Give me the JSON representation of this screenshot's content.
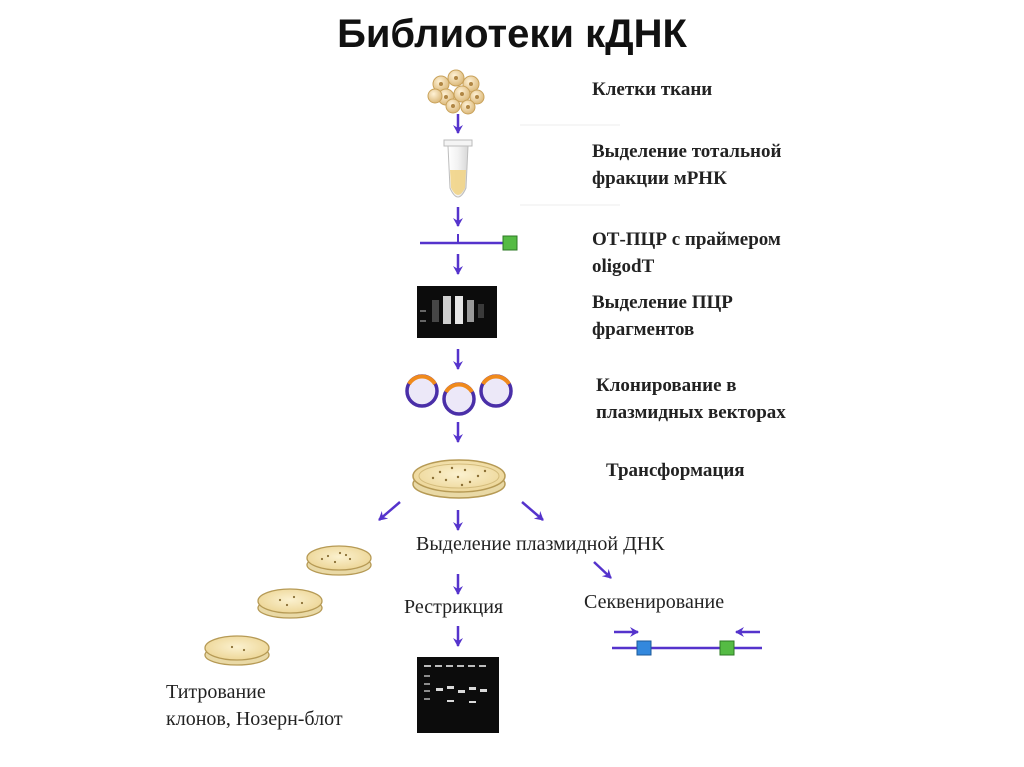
{
  "slide": {
    "title": "Библиотеки кДНК"
  },
  "steps": {
    "cells": "Клетки ткани",
    "rna_line1": "Выделение тотальной",
    "rna_line2": "фракции мРНК",
    "pcr_line1": "ОТ-ПЦР с праймером",
    "pcr_line2": "oligodT",
    "frag_line1": "Выделение ПЦР",
    "frag_line2": "фрагментов",
    "clone_line1": "Клонирование в",
    "clone_line2": "плазмидных векторах",
    "transform": "Трансформация",
    "plasmid_dna": "Выделение плазмидной ДНК",
    "restriction": "Рестрикция",
    "sequencing": "Секвенирование",
    "titer_line1": "Титрование",
    "titer_line2": "клонов, Нозерн-блот"
  },
  "colors": {
    "arrow": "#5533cc",
    "primer_green": "#55bb44",
    "primer_blue": "#3388dd",
    "plasmid_orange": "#f08a1c",
    "plasmid_ring": "#4a2fa8",
    "plasmid_fill": "#ece8f8",
    "gel_bg": "#0c0c0c",
    "dish_agar": "#f6e6b4"
  },
  "icons": {
    "cells": "cell-cluster-icon",
    "tube": "test-tube-icon",
    "gel": "gel-image-icon",
    "plasmid": "plasmid-icon",
    "dish": "petri-dish-icon"
  }
}
